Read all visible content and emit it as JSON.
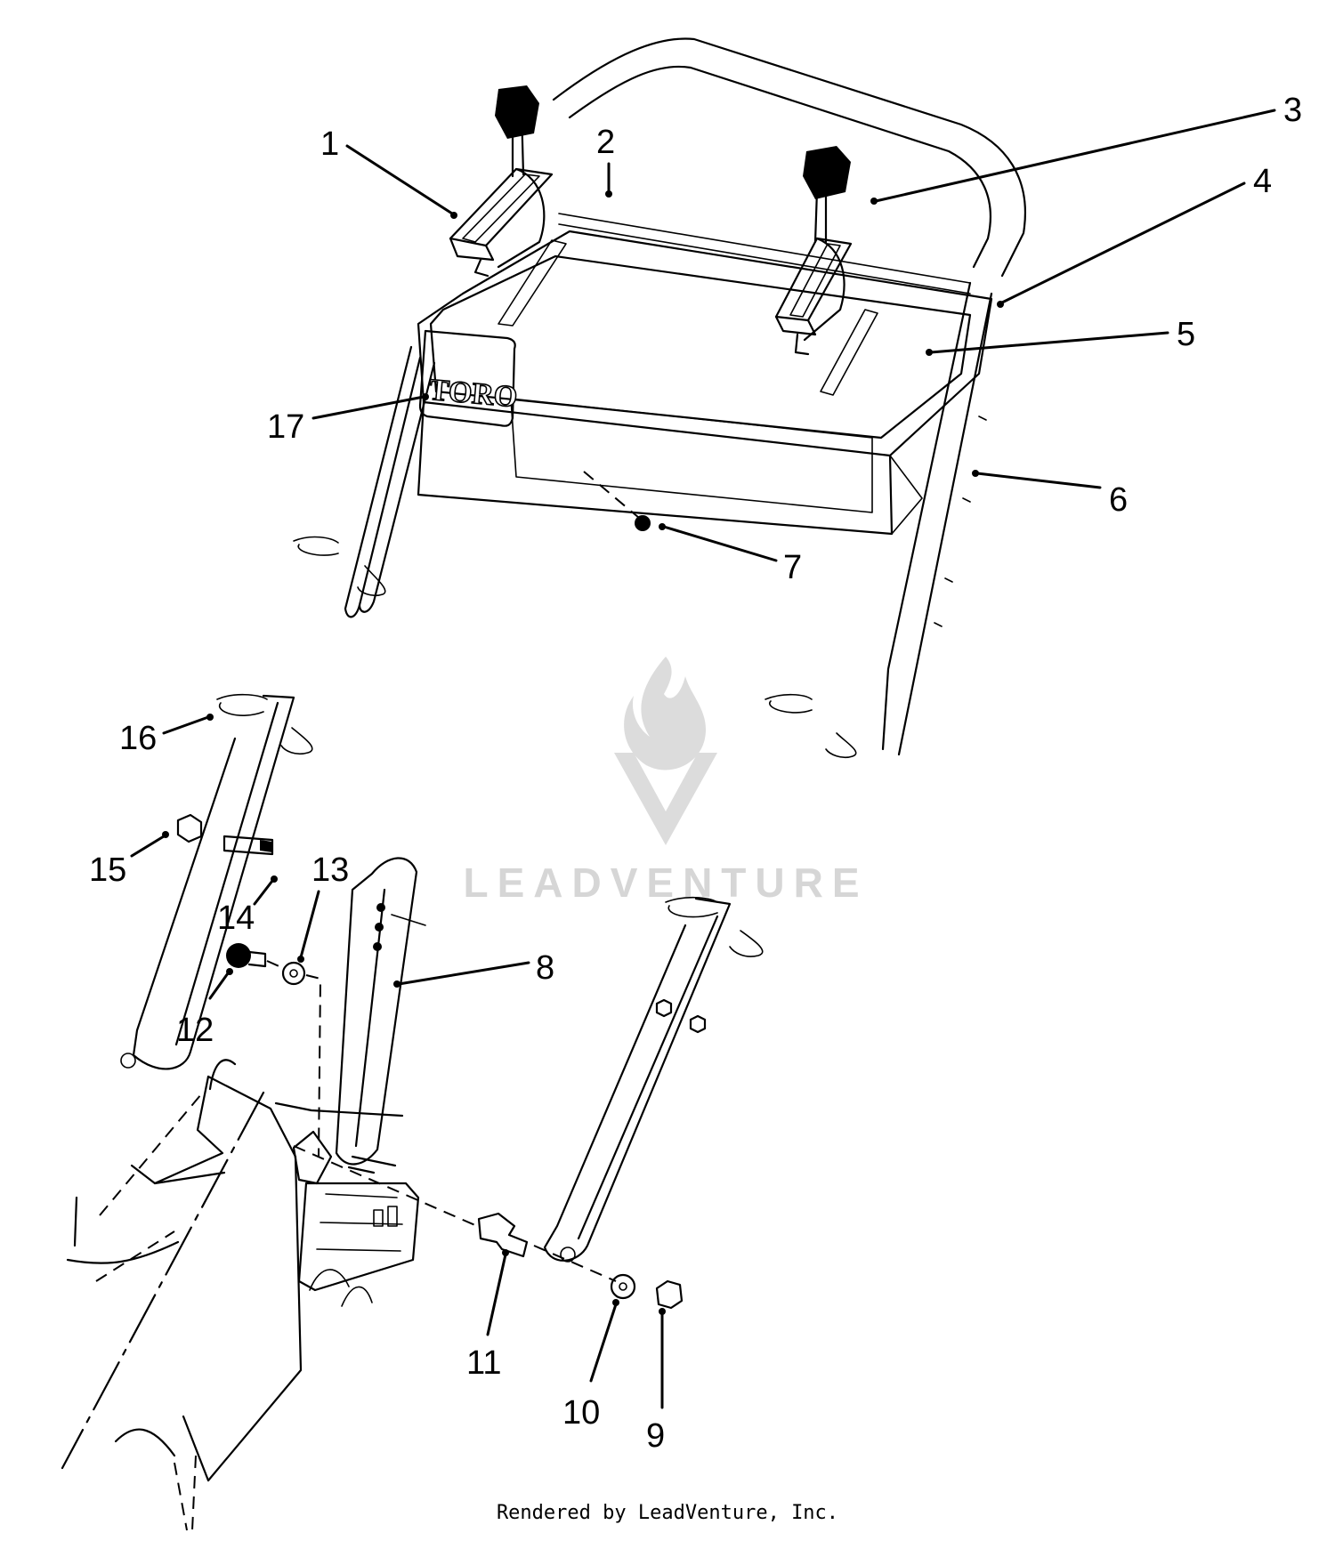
{
  "logo": {
    "brand": "TORO"
  },
  "watermark": {
    "text": "LEADVENTURE",
    "icon": "leadventure-flame-v-logo"
  },
  "footer": {
    "text": "Rendered by LeadVenture, Inc."
  },
  "callouts": [
    {
      "label": "1"
    },
    {
      "label": "2"
    },
    {
      "label": "3"
    },
    {
      "label": "4"
    },
    {
      "label": "5"
    },
    {
      "label": "6"
    },
    {
      "label": "7"
    },
    {
      "label": "8"
    },
    {
      "label": "9"
    },
    {
      "label": "10"
    },
    {
      "label": "11"
    },
    {
      "label": "12"
    },
    {
      "label": "13"
    },
    {
      "label": "14"
    },
    {
      "label": "15"
    },
    {
      "label": "16"
    },
    {
      "label": "17"
    }
  ]
}
